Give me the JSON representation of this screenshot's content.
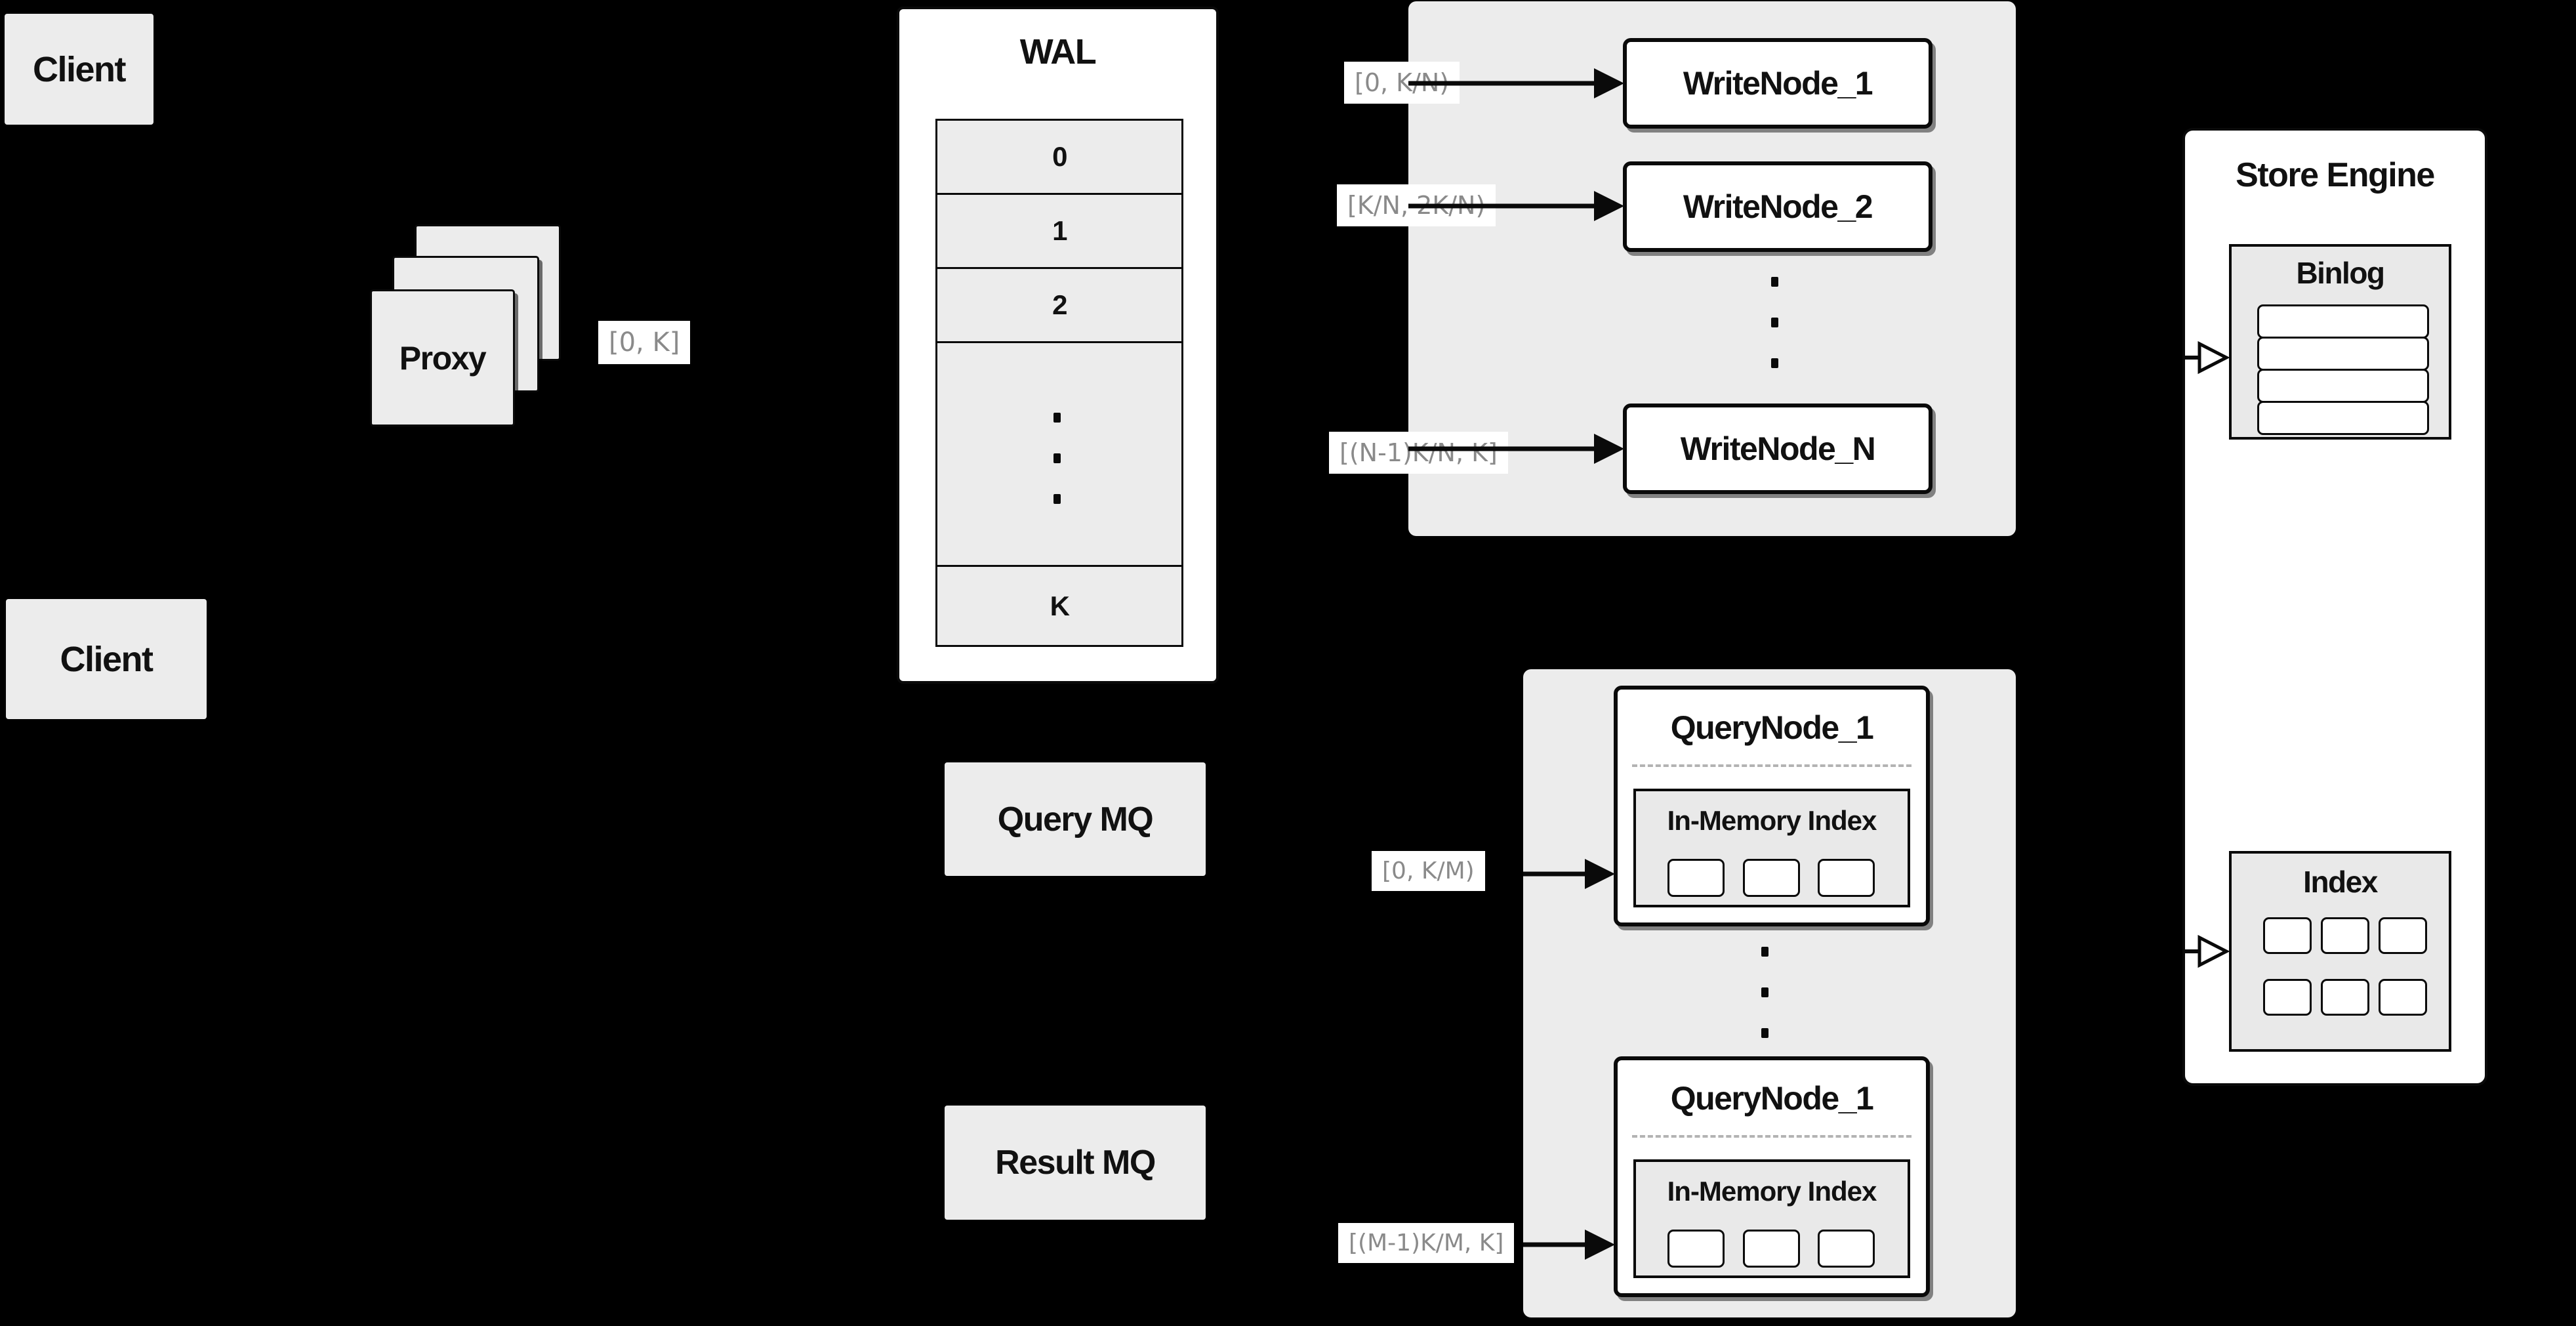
{
  "colors": {
    "background": "#000000",
    "block_fill": "#ececec",
    "node_fill": "#ffffff",
    "border": "#0a0a0a",
    "range_label_text": "#8a8a8a",
    "dashed_divider": "#b3b3b3"
  },
  "clients": {
    "top_label": "Client",
    "bottom_label": "Client"
  },
  "proxy": {
    "label": "Proxy"
  },
  "range_labels": {
    "proxy_to_wal": "[0, K]",
    "write_1": "[0, K/N)",
    "write_2": "[K/N, 2K/N)",
    "write_n": "[(N-1)K/N, K]",
    "query_1": "[0, K/M)",
    "query_2": "[(M-1)K/M, K]"
  },
  "wal": {
    "title": "WAL",
    "segments": [
      "0",
      "1",
      "2"
    ],
    "last_segment": "K"
  },
  "write_group": {
    "nodes": [
      "WriteNode_1",
      "WriteNode_2",
      "WriteNode_N"
    ]
  },
  "store_engine": {
    "title": "Store Engine",
    "binlog": {
      "title": "Binlog"
    },
    "index": {
      "title": "Index"
    }
  },
  "mq": {
    "query_label": "Query MQ",
    "result_label": "Result MQ"
  },
  "query_group": {
    "nodes": [
      {
        "name": "QueryNode_1",
        "inner_title": "In-Memory Index"
      },
      {
        "name": "QueryNode_1",
        "inner_title": "In-Memory Index"
      }
    ]
  }
}
